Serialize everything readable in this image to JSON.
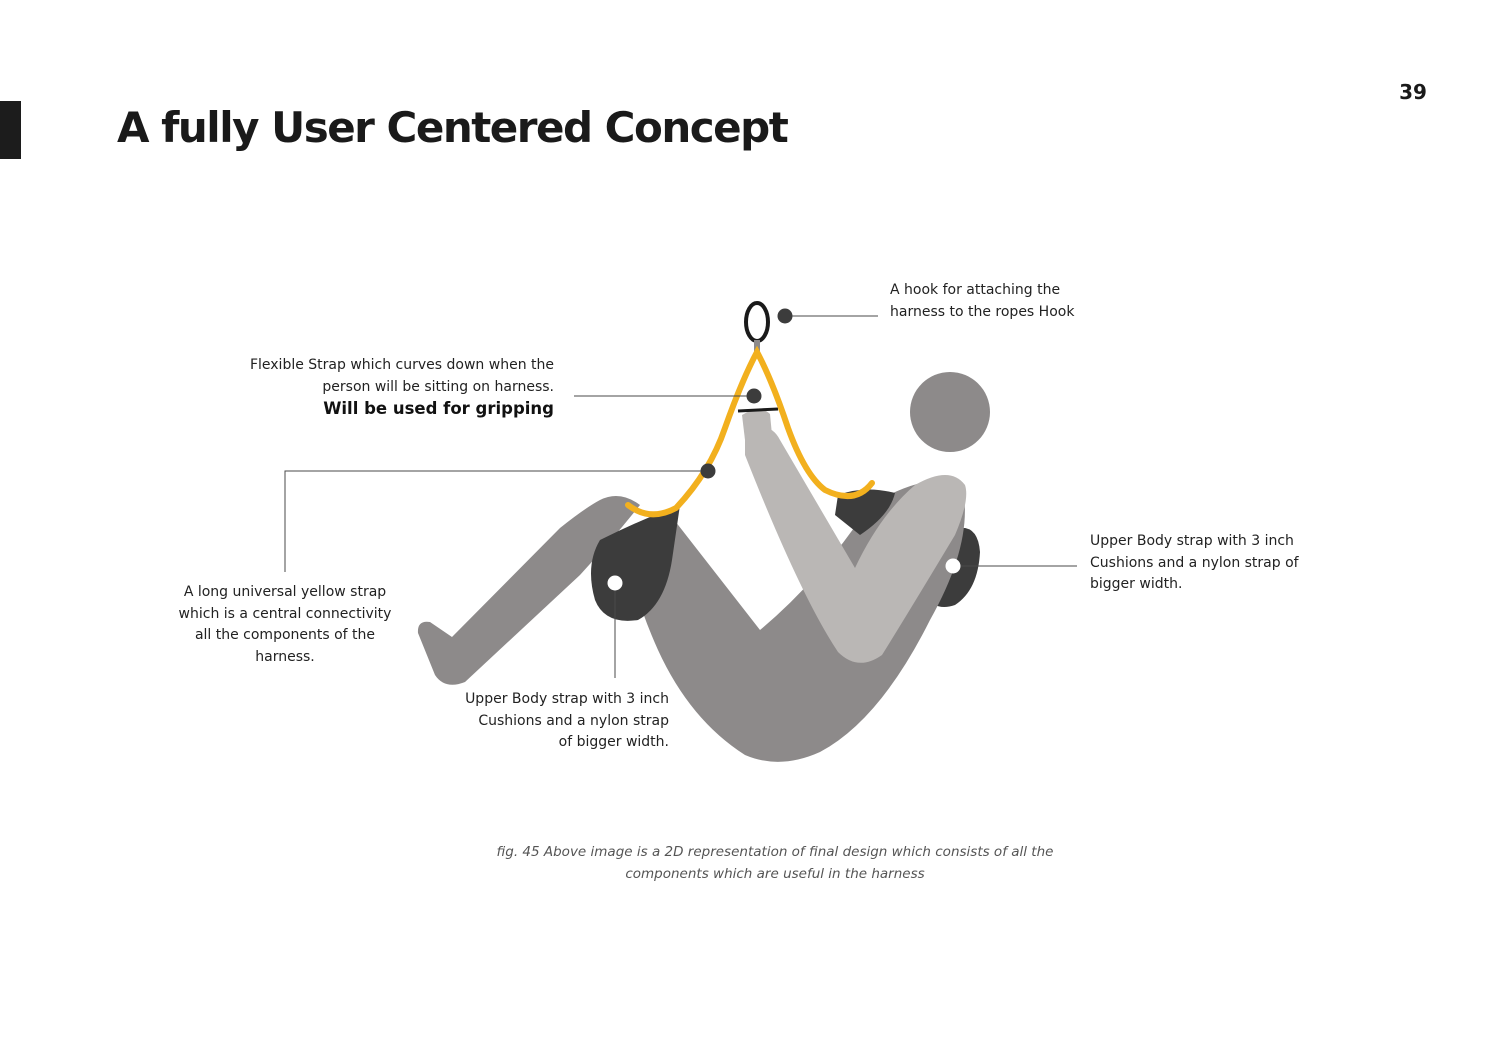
{
  "page": {
    "number": "39",
    "title": "A fully User Centered Concept"
  },
  "annotations": {
    "hook": [
      "A hook for attaching the",
      "harness to the ropes Hook"
    ],
    "flexible_strap": {
      "lines": [
        "Flexible Strap which curves down when the",
        "person will be sitting on harness."
      ],
      "emphasis": "Will be used for gripping"
    },
    "yellow_strap": [
      "A long universal  yellow strap",
      "which is a central connectivity",
      "all the components of the",
      "harness."
    ],
    "upper_strap_bottom": [
      "Upper Body strap with 3 inch",
      "Cushions and a nylon strap",
      "of bigger width."
    ],
    "upper_strap_right": [
      "Upper Body strap with 3 inch",
      "Cushions and a nylon strap of",
      "bigger width."
    ]
  },
  "caption": [
    "fig. 45 Above image is a 2D representation of final design which consists of all the",
    "components which are useful in the harness"
  ],
  "colors": {
    "strap_yellow": "#f2b01e",
    "body_dark": "#8d8a8a",
    "arm_light": "#bab7b5",
    "cushion": "#3c3c3c",
    "leader_line": "#4a4a4a"
  }
}
